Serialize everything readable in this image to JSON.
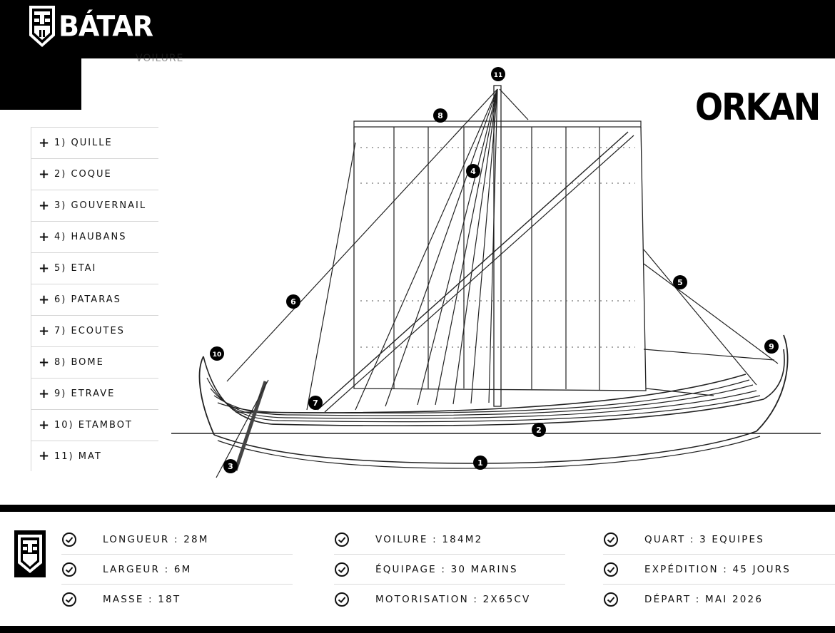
{
  "header": {
    "brand": "BÁTAR",
    "nav_ghost": "VOILURE"
  },
  "menu": {
    "items": [
      {
        "label": "1) QUILLE"
      },
      {
        "label": "2) COQUE"
      },
      {
        "label": "3) GOUVERNAIL"
      },
      {
        "label": "4) HAUBANS"
      },
      {
        "label": "5) ETAI"
      },
      {
        "label": "6) PATARAS"
      },
      {
        "label": "7) ECOUTES"
      },
      {
        "label": "8) BOME"
      },
      {
        "label": "9) ETRAVE"
      },
      {
        "label": "10) ETAMBOT"
      },
      {
        "label": "11) MAT"
      }
    ]
  },
  "diagram": {
    "title": "ORKAN",
    "callouts": [
      "1",
      "2",
      "3",
      "4",
      "5",
      "6",
      "7",
      "8",
      "9",
      "10",
      "11"
    ]
  },
  "specs": {
    "col1": [
      "LONGUEUR : 28M",
      "LARGEUR : 6M",
      "MASSE : 18T"
    ],
    "col2": [
      "VOILURE : 184M2",
      "ÉQUIPAGE : 30 MARINS",
      "MOTORISATION : 2X65CV"
    ],
    "col3": [
      "QUART : 3 EQUIPES",
      "EXPÉDITION : 45 JOURS",
      "DÉPART : MAI 2026"
    ]
  },
  "icons": {
    "brand_logo": "viking-helmet-shield-icon",
    "menu_expand": "plus-icon",
    "spec_bullet": "check-circle-icon"
  },
  "colors": {
    "background": "#ffffff",
    "header": "#000000",
    "divider": "#d6d6d6"
  }
}
